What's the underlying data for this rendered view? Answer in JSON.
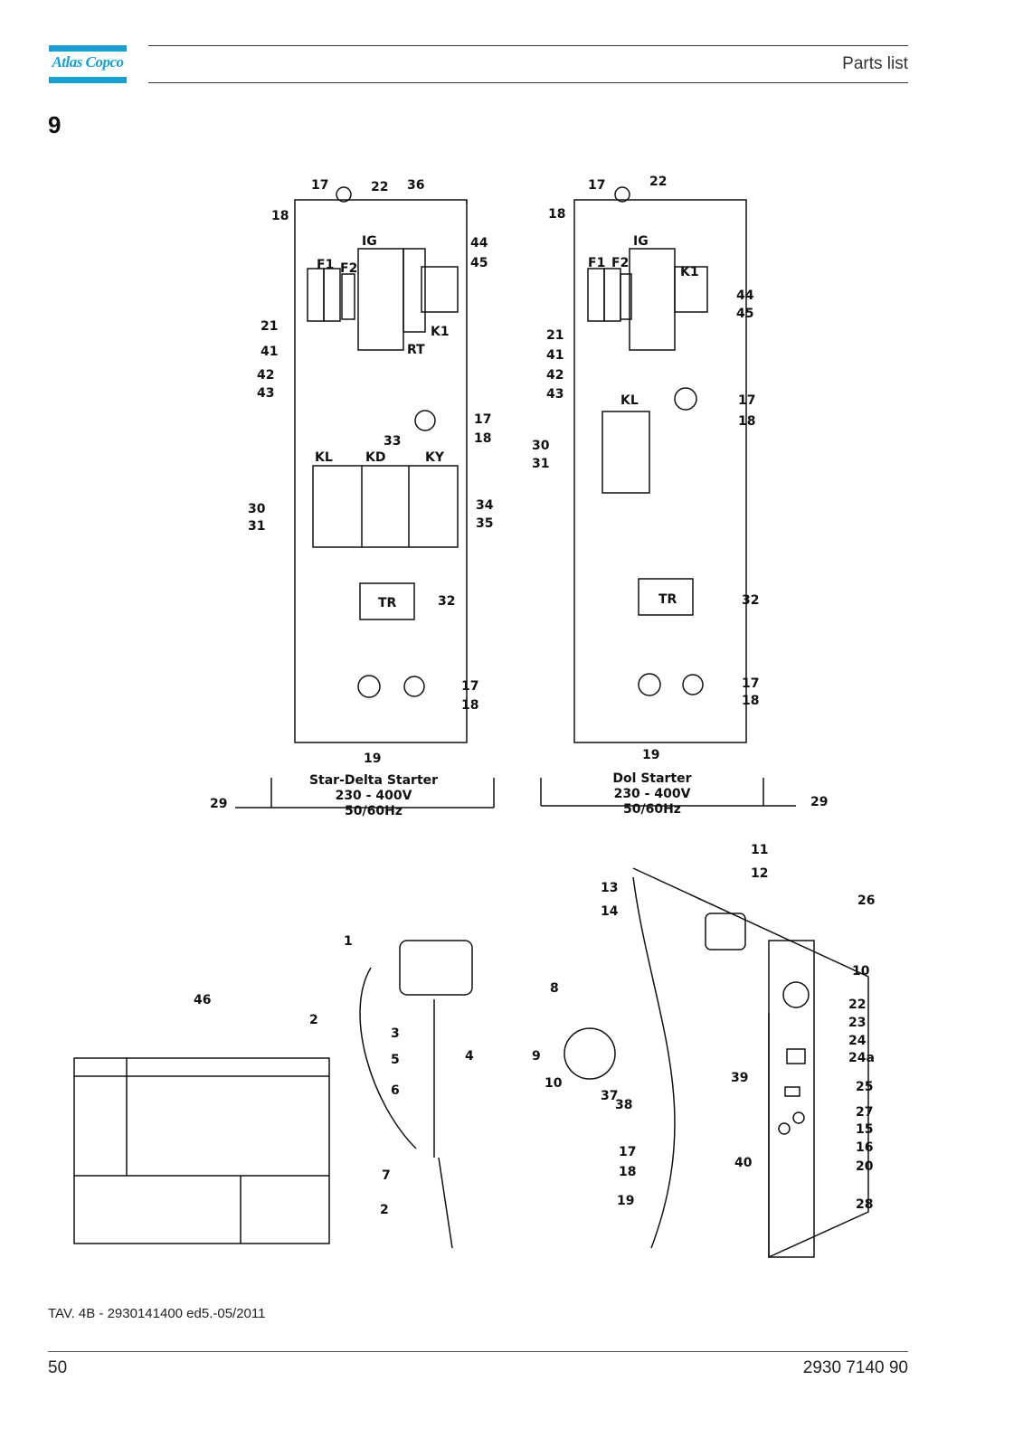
{
  "header": {
    "brand": "Atlas Copco",
    "section_title": "Parts list"
  },
  "chapter_number": "9",
  "panel_left": {
    "title": "Star-Delta Starter",
    "subtitle": "230 - 400V 50/60Hz",
    "labels": [
      "17",
      "18",
      "22",
      "36",
      "IG",
      "44",
      "45",
      "F1",
      "F2",
      "21",
      "41",
      "K1",
      "42",
      "43",
      "RT",
      "17",
      "18",
      "33",
      "KL",
      "KD",
      "KY",
      "30",
      "31",
      "34",
      "35",
      "TR",
      "32",
      "17",
      "18",
      "19"
    ]
  },
  "panel_right": {
    "title": "Dol Starter",
    "subtitle": "230 - 400V 50/60Hz",
    "labels": [
      "17",
      "22",
      "18",
      "IG",
      "F1",
      "F2",
      "K1",
      "44",
      "45",
      "21",
      "41",
      "42",
      "43",
      "KL",
      "17",
      "18",
      "30",
      "31",
      "TR",
      "32",
      "17",
      "18",
      "19"
    ]
  },
  "panel_group_label": "29",
  "lower_labels": [
    "11",
    "12",
    "26",
    "13",
    "14",
    "1",
    "10",
    "22",
    "23",
    "24",
    "24a",
    "8",
    "46",
    "2",
    "3",
    "4",
    "9",
    "5",
    "10",
    "37",
    "38",
    "39",
    "25",
    "27",
    "15",
    "16",
    "20",
    "6",
    "17",
    "18",
    "40",
    "7",
    "19",
    "28",
    "2"
  ],
  "footer": {
    "reference": "TAV. 4B - 2930141400 ed5.-05/2011",
    "page_number": "50",
    "document_number": "2930 7140 90"
  }
}
